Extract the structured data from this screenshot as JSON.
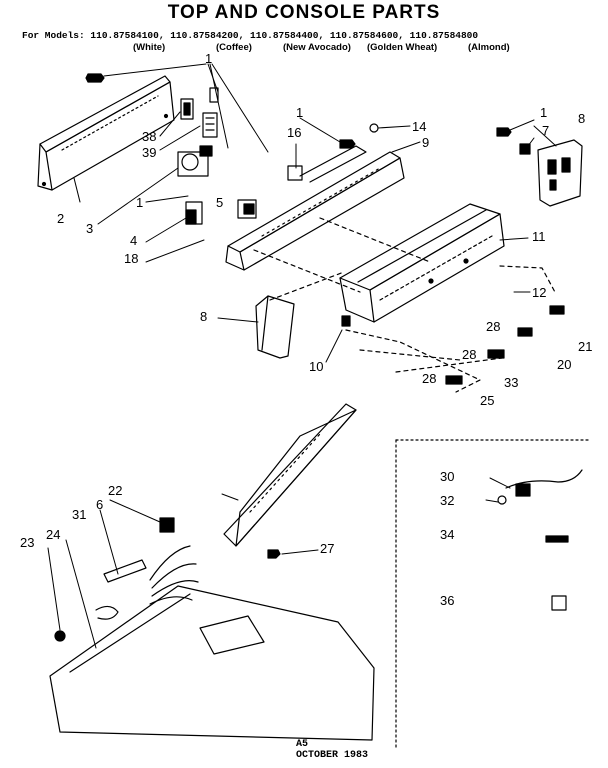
{
  "header": {
    "title": "TOP AND CONSOLE PARTS",
    "models_line": "For Models: 110.87584100, 110.87584200, 110.87584400, 110.87584600, 110.87584800",
    "colors": [
      "(White)",
      "(Coffee)",
      "(New Avocado)",
      "(Golden Wheat)",
      "(Almond)"
    ]
  },
  "callouts": [
    "1",
    "1",
    "1",
    "7",
    "8",
    "38",
    "39",
    "16",
    "14",
    "9",
    "2",
    "3",
    "1",
    "5",
    "4",
    "18",
    "11",
    "12",
    "28",
    "8",
    "21",
    "28",
    "20",
    "10",
    "28",
    "33",
    "25",
    "22",
    "30",
    "6",
    "31",
    "32",
    "23",
    "24",
    "27",
    "34",
    "36"
  ],
  "footer": {
    "page_code": "A5",
    "date": "OCTOBER 1983"
  },
  "colors_hex": {
    "ink": "#000000",
    "paper": "#ffffff"
  }
}
